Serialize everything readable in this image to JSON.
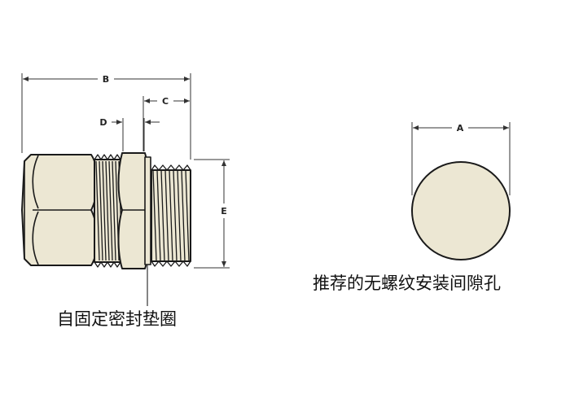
{
  "dimensions": {
    "a": "A",
    "b": "B",
    "c": "C",
    "d": "D",
    "e": "E"
  },
  "captions": {
    "gasket": "自固定密封垫圈",
    "hole": "推荐的无螺纹安装间隙孔"
  },
  "colors": {
    "part_fill": "#ece7d3",
    "outline": "#1a1a1a",
    "dimension_line": "#333333"
  }
}
